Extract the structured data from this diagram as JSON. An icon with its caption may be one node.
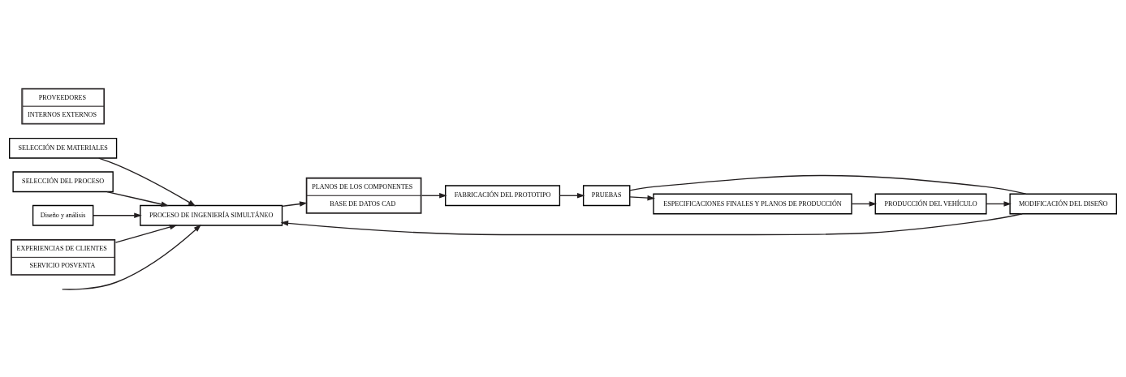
{
  "diagram": {
    "nodes": [
      {
        "text": [
          "SELECCIÓN DE MATERIALES"
        ]
      },
      {
        "text": [
          "SELECCIÓN DEL PROCESO"
        ]
      },
      {
        "text": [
          "PLANOS DE LOS COMPONENTES",
          "BASE DE DATOS CAD"
        ]
      },
      {
        "text": [
          "FABRICACIÓN DEL PROTOTIPO"
        ]
      },
      {
        "text": [
          "PRUEBAS"
        ]
      },
      {
        "text": [
          "PROCESO DE INGENIERÍA SIMULTÁNEO"
        ]
      },
      {
        "text": [
          "MODIFICACIÓN DEL DISEÑO"
        ]
      },
      {
        "text": [
          "Diseño y análisis"
        ]
      },
      {
        "text": [
          "PROVEEDORES",
          "INTERNOS EXTERNOS"
        ]
      },
      {
        "text": [
          "EXPERIENCIAS DE CLIENTES",
          "SERVICIO POSVENTA"
        ]
      },
      {
        "text": [
          "PRODUCCIÓN DEL VEHÍCULO"
        ]
      },
      {
        "text": [
          "ESPECIFICACIONES FINALES Y PLANOS DE PRODUCCIÓN"
        ]
      }
    ],
    "edges": [
      {
        "from": null,
        "to": 5,
        "arrow": "to"
      },
      {
        "from": 0,
        "to": 5,
        "arrow": "to"
      },
      {
        "from": 1,
        "to": 5,
        "arrow": "to"
      },
      {
        "from": 5,
        "to": 2,
        "arrow": "to"
      },
      {
        "from": 2,
        "to": 3,
        "arrow": "to"
      },
      {
        "from": 3,
        "to": 4,
        "arrow": "to"
      },
      {
        "from": 4,
        "to": 6,
        "arrow": "none"
      },
      {
        "from": 6,
        "to": 5,
        "arrow": "to"
      },
      {
        "from": 7,
        "to": 5,
        "arrow": "to"
      },
      {
        "from": 9,
        "to": 5,
        "arrow": "to"
      },
      {
        "from": 4,
        "to": 11,
        "arrow": "to"
      },
      {
        "from": 11,
        "to": 10,
        "arrow": "to"
      },
      {
        "from": 10,
        "to": 6,
        "arrow": "to"
      }
    ]
  }
}
